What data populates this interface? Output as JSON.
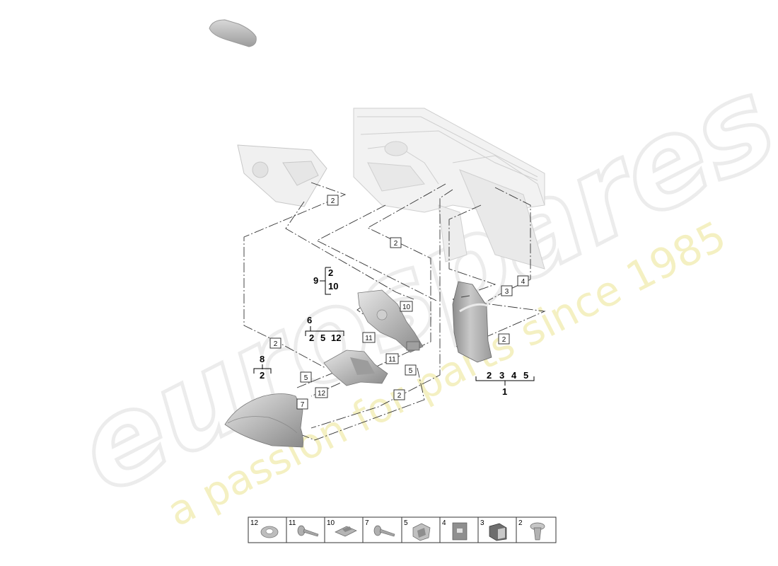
{
  "watermark": {
    "brand": "eurospares",
    "tagline": "a passion for parts since 1985"
  },
  "callouts": [
    {
      "id": "c-2a",
      "text": "2"
    },
    {
      "id": "c-2b",
      "text": "2"
    },
    {
      "id": "c-2c",
      "text": "2"
    },
    {
      "id": "c-2d",
      "text": "2"
    },
    {
      "id": "c-2e",
      "text": "2"
    },
    {
      "id": "c-3",
      "text": "3"
    },
    {
      "id": "c-4",
      "text": "4"
    },
    {
      "id": "c-5a",
      "text": "5"
    },
    {
      "id": "c-5b",
      "text": "5"
    },
    {
      "id": "c-7",
      "text": "7"
    },
    {
      "id": "c-10",
      "text": "10"
    },
    {
      "id": "c-11a",
      "text": "11"
    },
    {
      "id": "c-11b",
      "text": "11"
    },
    {
      "id": "c-12",
      "text": "12"
    }
  ],
  "groups": {
    "g9": {
      "label": "9",
      "items": [
        "2",
        "10"
      ]
    },
    "g6": {
      "label": "6",
      "items": [
        "2",
        "5",
        "12"
      ]
    },
    "g8": {
      "label": "8",
      "items": [
        "2"
      ]
    },
    "g1": {
      "label": "1",
      "items": [
        "2",
        "3",
        "4",
        "5"
      ]
    }
  },
  "legend": [
    {
      "number": "12",
      "icon": "grommet-icon"
    },
    {
      "number": "11",
      "icon": "screw-icon"
    },
    {
      "number": "10",
      "icon": "bracket-clip-icon"
    },
    {
      "number": "7",
      "icon": "screw-icon"
    },
    {
      "number": "5",
      "icon": "spring-clip-icon"
    },
    {
      "number": "4",
      "icon": "square-pad-icon"
    },
    {
      "number": "3",
      "icon": "box-clip-icon"
    },
    {
      "number": "2",
      "icon": "push-rivet-icon"
    }
  ]
}
